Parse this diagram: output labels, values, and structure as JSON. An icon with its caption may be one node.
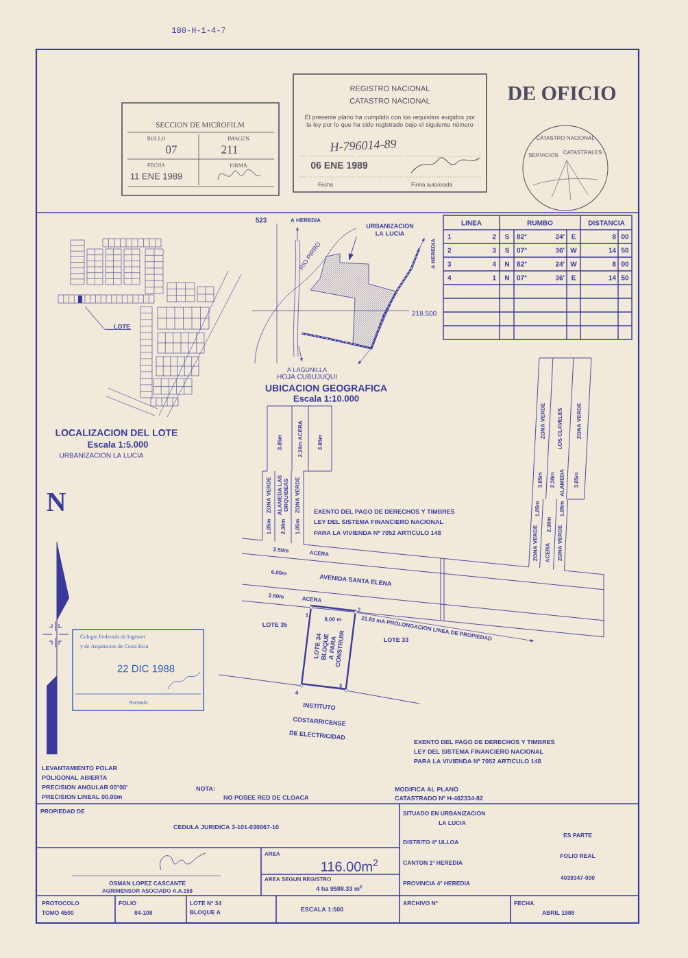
{
  "diagram": {
    "nodes": [
      {
        "text": [
          "LOTE"
        ]
      },
      {
        "text": [
          "URBANIZACION LA LUCIA"
        ]
      },
      {
        "text": [
          "LOTE 34 BLOQUE A PARA CONSTRUIR"
        ]
      },
      {
        "text": [],
        "shape": "polygon"
      }
    ],
    "edges": [
      {
        "from": 0,
        "to": null,
        "arrow": "none"
      },
      {
        "from": 1,
        "to": 3,
        "arrow": "to"
      }
    ],
    "labels": [
      "180-H-1-4-7",
      "SECCION DE MICROFILM",
      "ROLLO",
      "IMAGEN",
      "07",
      "211",
      "FECHA",
      "FIRMA",
      "11 ENE 1989",
      "REGISTRO NACIONAL",
      "CATASTRO NACIONAL",
      "El presente plano ha cumplido con los requisitos exigidos por la ley por lo que ha sido registrado bajo el siguiente número",
      "H-796014-89",
      "06 ENE 1989",
      "Fecha",
      "Firma autorizada",
      "DE OFICIO",
      "CATASTRO NACIONAL",
      "SERVICIOS",
      "CATASTRALES",
      "LOCALIZACION DEL LOTE",
      "Escala 1:5.000",
      "URBANIZACION LA LUCIA",
      "N",
      "523",
      "A HEREDIA",
      "RIO PIRRO",
      "A HEREDIA",
      "218.500",
      "A LAGUNILLA",
      "HOJA CUBUJUQUI",
      "UBICACION GEOGRAFICA",
      "Escala 1:10.000",
      "LINEA",
      "RUMBO",
      "DISTANCIA",
      "1",
      "2",
      "S",
      "82°",
      "24'",
      "E",
      "8",
      "00",
      "2",
      "3",
      "S",
      "07°",
      "36'",
      "W",
      "14",
      "50",
      "3",
      "4",
      "N",
      "82°",
      "24'",
      "W",
      "8",
      "00",
      "4",
      "1",
      "N",
      "07°",
      "36'",
      "E",
      "14",
      "50",
      "EXENTO DEL PAGO DE DERECHOS Y TIMBRES",
      "LEY DEL SISTEMA FINANCIERO NACIONAL",
      "PARA LA VIVIENDA Nº 7052 ARTICULO 148",
      "3.85m",
      "2.30m ACERA",
      "3.85m",
      "ZONA VERDE",
      "ALAMEDA LAS",
      "ORQUIDEAS",
      "ZONA VERDE",
      "1.85m",
      "2.30m",
      "1.85m",
      "2.50m",
      "ACERA",
      "6.00m",
      "AVENIDA SANTA ELENA",
      "2.50m",
      "ACERA",
      "ZONA VERDE",
      "LOS CLAVELES",
      "ZONA VERDE",
      "3.85m",
      "2.30m",
      "ALAMEDA",
      "3.85m",
      "1.85m",
      "1.85m",
      "ZONA VERDE",
      "ACERA",
      "2.30m",
      "ZONA VERDE",
      "1",
      "8.00 m",
      "2",
      "21.83 mA PROLONGACION LINEA DE PROPIEDAD",
      "LOTE 35",
      "LOTE 33",
      "3",
      "4",
      "INSTITUTO",
      "COSTARRICENSE",
      "DE ELECTRICIDAD",
      "Colegio Federado de Ingenier",
      "y de Arquitectos de Costa Rica",
      "22 DIC 1988",
      "Anotado",
      "EXENTO DEL PAGO DE DERECHOS Y TIMBRES",
      "LEY DEL SISTEMA FINANCIERO NACIONAL",
      "PARA LA VIVIENDA Nº 7052 ARTICULO 148",
      "LEVANTAMIENTO POLAR",
      "POLIGONAL ABIERTA",
      "PRECISION ANGULAR 00°00'",
      "PRECISION LINEAL 00.00m",
      "NOTA:",
      "NO POSEE RED DE CLOACA",
      "MODIFICA AL PLANO",
      "CATASTRADO Nº H-462334-82",
      "PROPIEDAD DE",
      "CEDULA JURIDICA 3-101-030067-10",
      "OSMAN LOPEZ CASCANTE",
      "AGRIMENSOR ASOCIADO A.A.158",
      "AREA",
      "116.00m$^{2}$",
      "AREA SEGUN REGISTRO",
      "4 ha 9588.33 m$^{2}$",
      "SITUADO EN URBANIZACION",
      "LA LUCIA",
      "ES PARTE",
      "DISTRITO 4º ULLOA",
      "FOLIO REAL",
      "CANTON 1º HEREDIA",
      "4039347-000",
      "PROVINCIA 4º HEREDIA",
      "PROTOCOLO",
      "FOLIO",
      "LOTE Nº 34",
      "TOMO 4500",
      "84-108",
      "BLOQUE A",
      "ESCALA 1:500",
      "ARCHIVO Nº",
      "FECHA",
      "ABRIL 1988"
    ]
  }
}
